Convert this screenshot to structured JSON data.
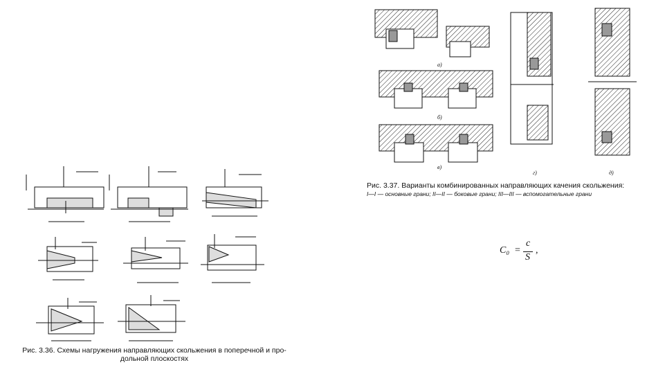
{
  "figure_336": {
    "caption_line1": "Рис. 3.36. Схемы нагружения направляющих скольжения в поперечной и про-",
    "caption_line2": "дольной плоскостях"
  },
  "figure_337": {
    "caption_line1": "Рис. 3.37. Варианты комбинированных направляющих качения скольжения:",
    "caption_line2": "I—I — основные грани; II—II — боковые грани; III—III — вспомогательные грани",
    "sublabels": [
      "а)",
      "б)",
      "в)",
      "г)",
      "д)"
    ]
  },
  "formula": {
    "lhs": "C₀",
    "eq": "=",
    "numerator": "c",
    "denominator": "S",
    "tail": ","
  }
}
